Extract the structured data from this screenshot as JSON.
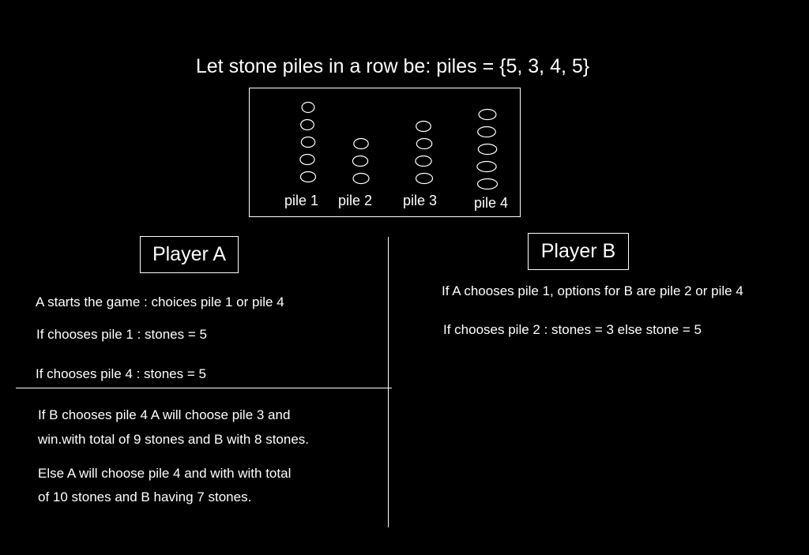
{
  "title": "Let stone piles in a row be:  piles = {5, 3, 4, 5}",
  "piles": [
    {
      "label": "pile 1",
      "stones": 5
    },
    {
      "label": "pile 2",
      "stones": 3
    },
    {
      "label": "pile 3",
      "stones": 4
    },
    {
      "label": "pile 4",
      "stones": 5
    }
  ],
  "player_a": {
    "heading": "Player A",
    "lines": [
      "A starts the game : choices pile 1 or pile 4",
      "If chooses pile 1 : stones = 5",
      "If chooses pile 4 : stones = 5"
    ],
    "outcome_lines": [
      "If B chooses pile 4 A will choose pile 3 and",
      "win.with total of 9 stones and B with 8 stones.",
      "Else A will choose pile 4 and with with total",
      "of 10 stones and B having 7 stones."
    ]
  },
  "player_b": {
    "heading": "Player B",
    "lines": [
      "If A chooses pile 1, options for B are pile 2 or pile 4",
      "If chooses pile 2 : stones = 3 else stone  = 5"
    ]
  }
}
